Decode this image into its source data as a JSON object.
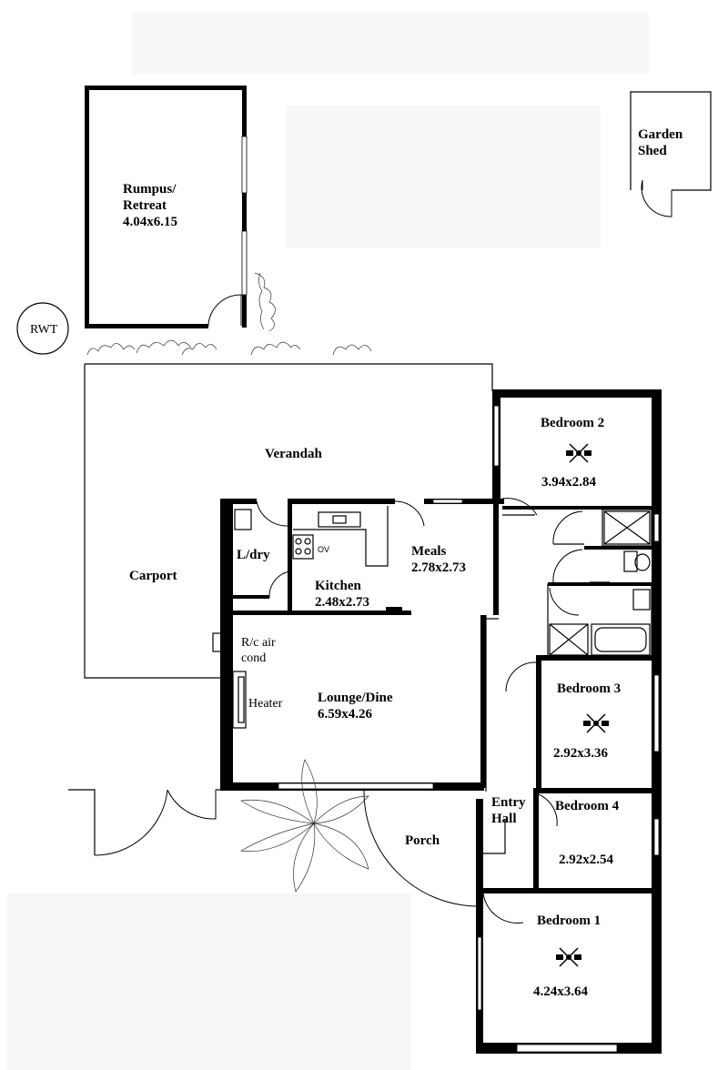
{
  "labels": {
    "rumpus": "Rumpus/",
    "retreat": "Retreat",
    "rumpus_dim": "4.04x6.15",
    "garden": "Garden",
    "shed": "Shed",
    "rwt": "RWT",
    "verandah": "Verandah",
    "carport": "Carport",
    "ldry": "L/dry",
    "kitchen": "Kitchen",
    "kitchen_dim": "2.48x2.73",
    "ov": "OV",
    "meals": "Meals",
    "meals_dim": "2.78x2.73",
    "rc_air": "R/c air",
    "cond": "cond",
    "heater": "Heater",
    "lounge": "Lounge/Dine",
    "lounge_dim": "6.59x4.26",
    "bed2": "Bedroom 2",
    "bed2_dim": "3.94x2.84",
    "bed3": "Bedroom 3",
    "bed3_dim": "2.92x3.36",
    "bed4": "Bedroom 4",
    "bed4_dim": "2.92x2.54",
    "bed1": "Bedroom 1",
    "bed1_dim": "4.24x3.64",
    "entry": "Entry",
    "hall": "Hall",
    "porch": "Porch"
  }
}
